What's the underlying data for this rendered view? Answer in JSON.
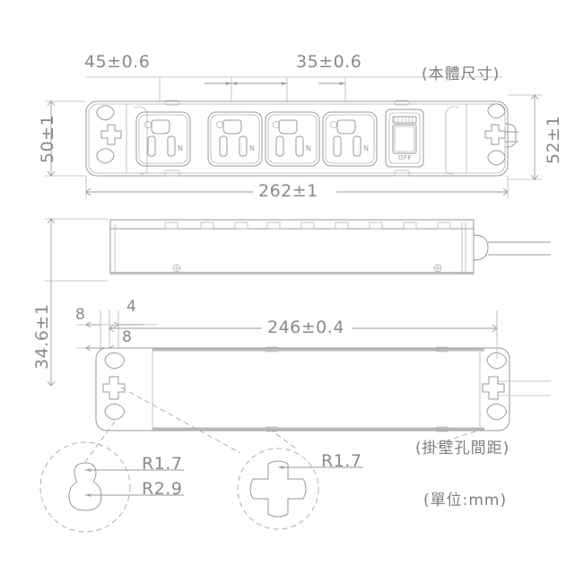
{
  "drawing": {
    "title_note_body": "(本體尺寸)",
    "title_note_holes": "(掛壁孔間距)",
    "unit_note": "(單位:mm)",
    "views": {
      "top": {
        "name": "top-view",
        "dimensions": {
          "outlet_pitch_first": "45±0.6",
          "outlet_pitch_next": "35±0.6",
          "body_width": "50±1",
          "body_width_right": "52±1",
          "body_length": "262±1"
        }
      },
      "side": {
        "name": "side-view",
        "dimensions": {
          "body_height": "34.6±1"
        }
      },
      "bottom": {
        "name": "bottom-view",
        "dimensions": {
          "edge_offset_left": "8",
          "hole_gap": "4",
          "edge_offset_inner": "8",
          "hole_spacing": "246±0.4"
        }
      }
    },
    "details": {
      "keyhole": {
        "name": "keyhole-detail",
        "radius_small": "R1.7",
        "radius_large": "R2.9"
      },
      "cross_hole": {
        "name": "cross-hole-detail",
        "radius": "R1.7"
      }
    },
    "switch": {
      "off_label": "OFF"
    },
    "outlets": {
      "count": 4,
      "neutral_marks": [
        "N",
        "N",
        "N",
        "N"
      ]
    },
    "colors": {
      "line": "#9a9a9a",
      "line_light": "#c2c2c2",
      "text": "#8a8a8a",
      "background": "#ffffff",
      "detail_dash": "#b0b0b0"
    }
  }
}
